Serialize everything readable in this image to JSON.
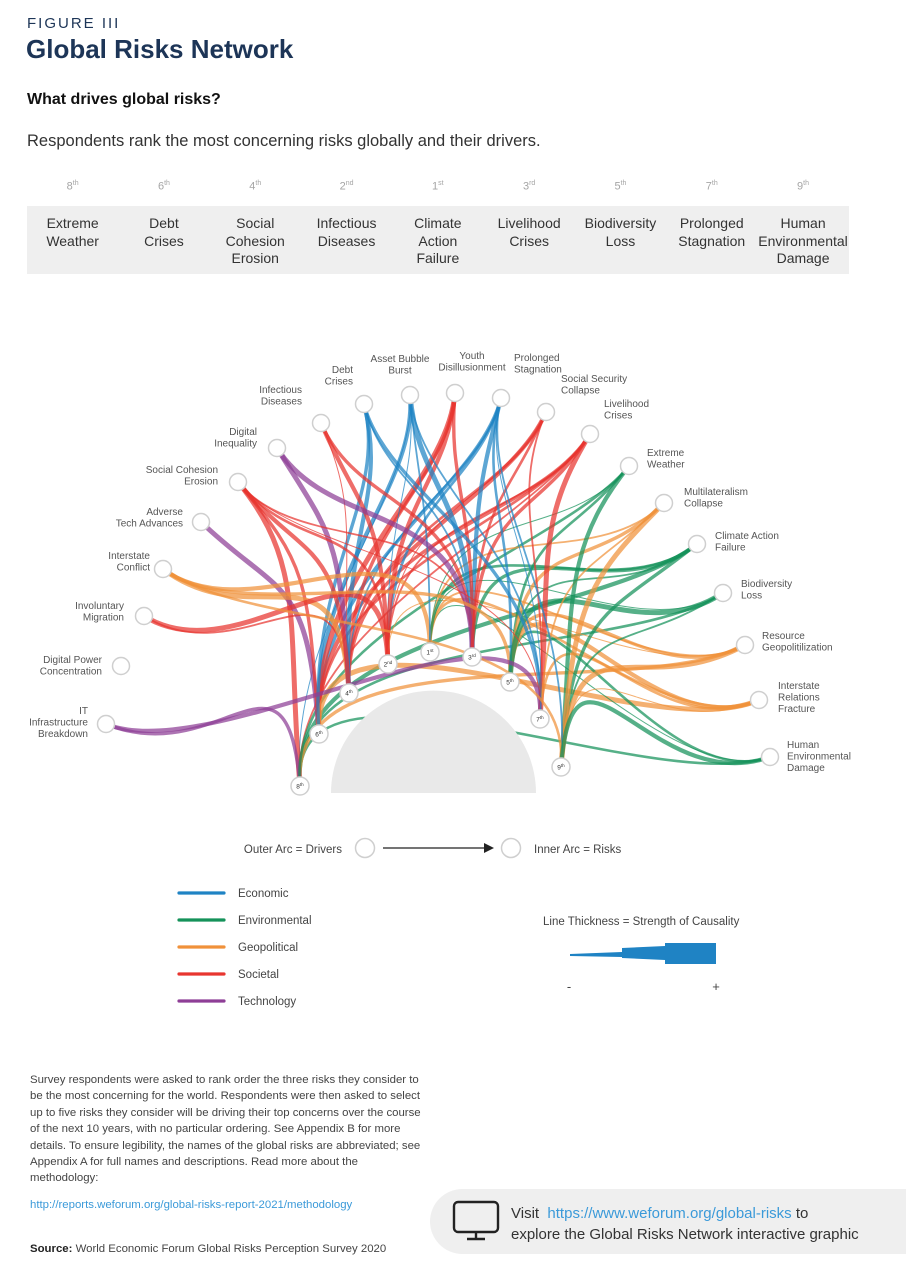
{
  "figure_label": "FIGURE III",
  "title": "Global Risks Network",
  "subtitle": "What drives global risks?",
  "intro": "Respondents rank the most concerning risks globally and their drivers.",
  "ranking": [
    {
      "rank": "8",
      "suffix": "th",
      "name": "Extreme Weather"
    },
    {
      "rank": "6",
      "suffix": "th",
      "name": "Debt Crises"
    },
    {
      "rank": "4",
      "suffix": "th",
      "name": "Social Cohesion Erosion"
    },
    {
      "rank": "2",
      "suffix": "nd",
      "name": "Infectious Diseases"
    },
    {
      "rank": "1",
      "suffix": "st",
      "name": "Climate Action Failure"
    },
    {
      "rank": "3",
      "suffix": "rd",
      "name": "Livelihood Crises"
    },
    {
      "rank": "5",
      "suffix": "th",
      "name": "Biodiversity Loss"
    },
    {
      "rank": "7",
      "suffix": "th",
      "name": "Prolonged Stagnation"
    },
    {
      "rank": "9",
      "suffix": "th",
      "name": "Human Environmental Damage"
    }
  ],
  "drivers": [
    {
      "name": "IT Infrastructure Breakdown",
      "category": "technology"
    },
    {
      "name": "Digital Power Concentration",
      "category": "technology"
    },
    {
      "name": "Involuntary Migration",
      "category": "societal"
    },
    {
      "name": "Interstate Conflict",
      "category": "geopolitical"
    },
    {
      "name": "Adverse Tech Advances",
      "category": "technology"
    },
    {
      "name": "Social Cohesion Erosion",
      "category": "societal"
    },
    {
      "name": "Digital Inequality",
      "category": "technology"
    },
    {
      "name": "Infectious Diseases",
      "category": "societal"
    },
    {
      "name": "Debt Crises",
      "category": "economic"
    },
    {
      "name": "Asset Bubble Burst",
      "category": "economic"
    },
    {
      "name": "Youth Disillusionment",
      "category": "societal"
    },
    {
      "name": "Prolonged Stagnation",
      "category": "economic"
    },
    {
      "name": "Social Security Collapse",
      "category": "societal"
    },
    {
      "name": "Livelihood Crises",
      "category": "societal"
    },
    {
      "name": "Extreme Weather",
      "category": "environmental"
    },
    {
      "name": "Multilateralism Collapse",
      "category": "geopolitical"
    },
    {
      "name": "Climate Action Failure",
      "category": "environmental"
    },
    {
      "name": "Biodiversity Loss",
      "category": "environmental"
    },
    {
      "name": "Resource Geopolitilization",
      "category": "geopolitical"
    },
    {
      "name": "Interstate Relations Fracture",
      "category": "geopolitical"
    },
    {
      "name": "Human Environmental Damage",
      "category": "environmental"
    }
  ],
  "inner_nodes": [
    {
      "rank": "8",
      "suffix": "th"
    },
    {
      "rank": "6",
      "suffix": "th"
    },
    {
      "rank": "4",
      "suffix": "th"
    },
    {
      "rank": "2",
      "suffix": "nd"
    },
    {
      "rank": "1",
      "suffix": "st"
    },
    {
      "rank": "3",
      "suffix": "rd"
    },
    {
      "rank": "5",
      "suffix": "th"
    },
    {
      "rank": "7",
      "suffix": "th"
    },
    {
      "rank": "9",
      "suffix": "th"
    }
  ],
  "legend": {
    "outer_arc": "Outer Arc = Drivers",
    "inner_arc": "Inner Arc = Risks",
    "thickness": "Line Thickness = Strength of Causality",
    "minus": "-",
    "plus": "+",
    "categories": [
      {
        "key": "economic",
        "label": "Economic",
        "color": "#1f83c4"
      },
      {
        "key": "environmental",
        "label": "Environmental",
        "color": "#15925a"
      },
      {
        "key": "geopolitical",
        "label": "Geopolitical",
        "color": "#f0913a"
      },
      {
        "key": "societal",
        "label": "Societal",
        "color": "#e8352f"
      },
      {
        "key": "technology",
        "label": "Technology",
        "color": "#8e3e96"
      }
    ]
  },
  "footnote": "Survey respondents were asked to rank order the three risks they consider to be the most concerning for the world. Respondents were then asked to select up to five risks they consider will be driving their top concerns over the course of the next 10 years, with no particular ordering. See Appendix B for more details. To ensure legibility, the names of the global risks are abbreviated; see Appendix A for full names and descriptions. Read more about the methodology:",
  "methodology_link": "http://reports.weforum.org/global-risks-report-2021/methodology",
  "source_label": "Source:",
  "source_text": "World Economic Forum Global Risks Perception Survey 2020",
  "visit": {
    "prefix": "Visit",
    "url": "https://www.weforum.org/global-risks",
    "suffix": "to",
    "line2": "explore the Global Risks Network interactive graphic"
  }
}
